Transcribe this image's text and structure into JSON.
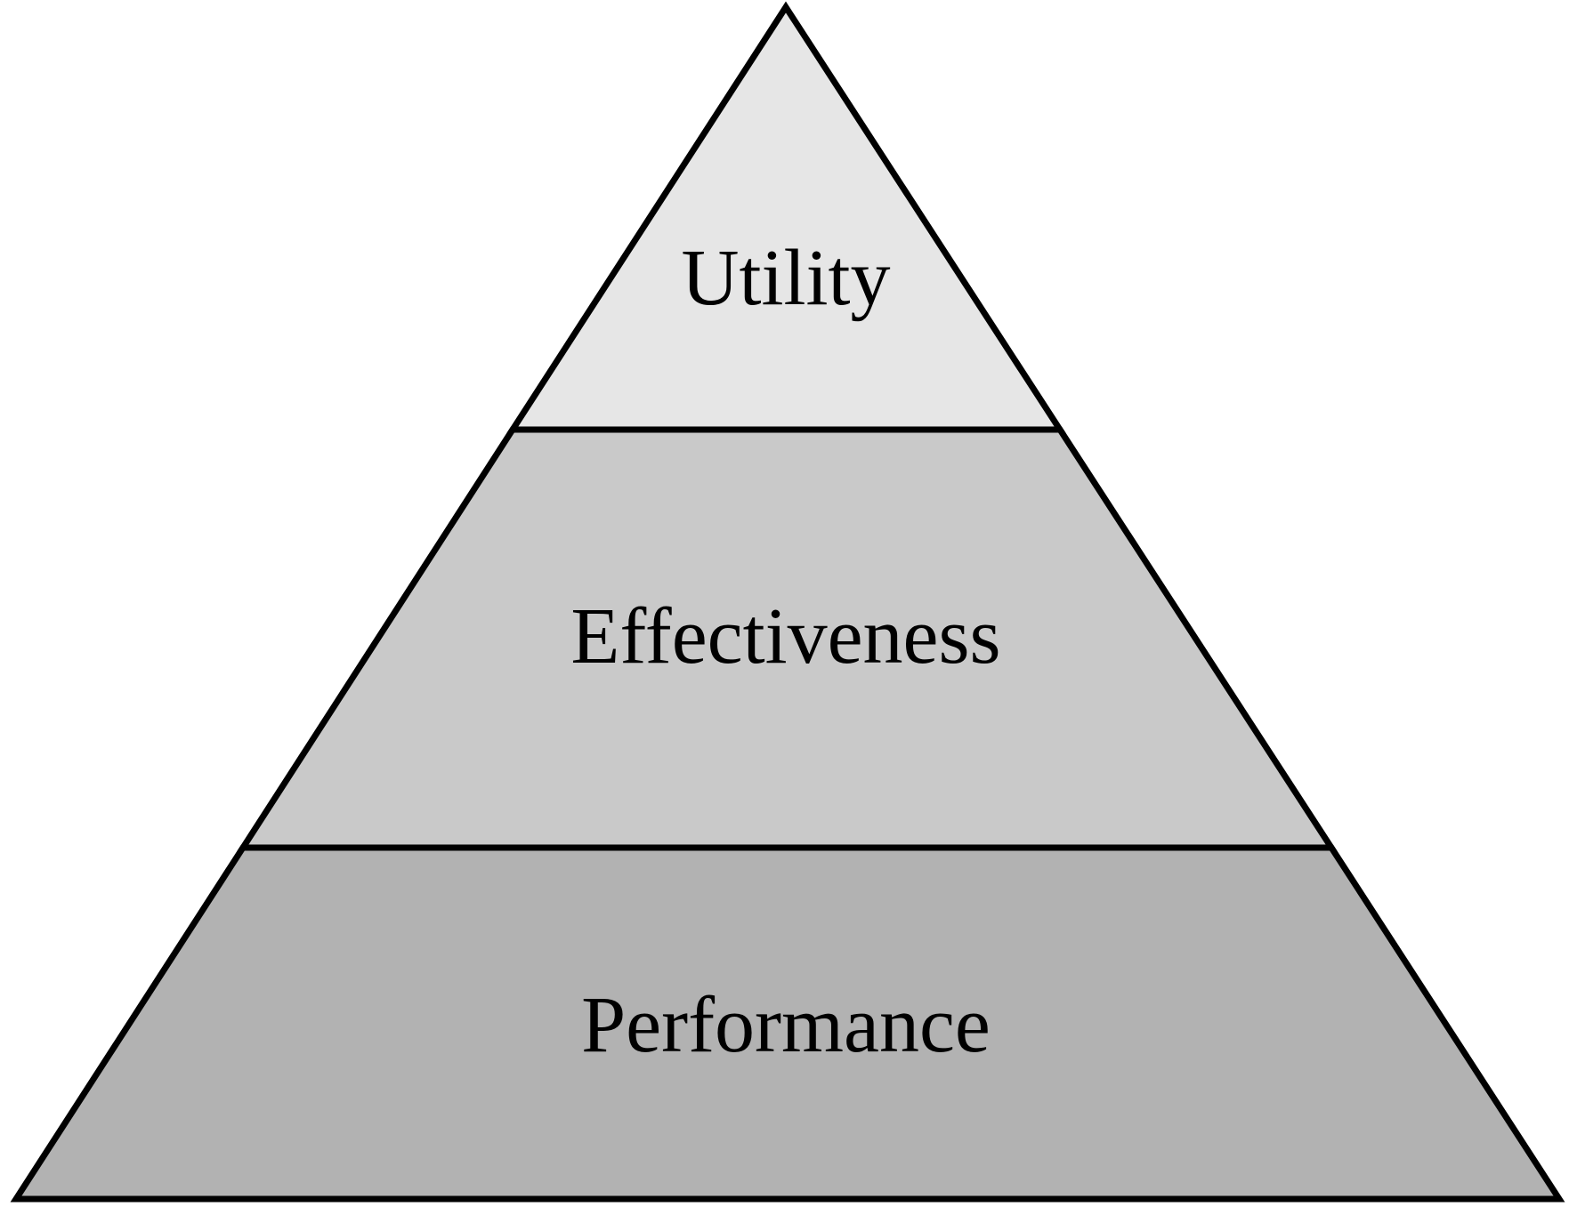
{
  "diagram": {
    "type": "pyramid",
    "title": "",
    "background_color": "#ffffff",
    "outline_color": "#000000",
    "text_color": "#000000",
    "layers": [
      {
        "label": "Utility",
        "position": "top",
        "color": "#e6e6e6"
      },
      {
        "label": "Effectiveness",
        "position": "middle",
        "color": "#c9c9c9"
      },
      {
        "label": "Performance",
        "position": "bottom",
        "color": "#b2b2b2"
      }
    ]
  }
}
